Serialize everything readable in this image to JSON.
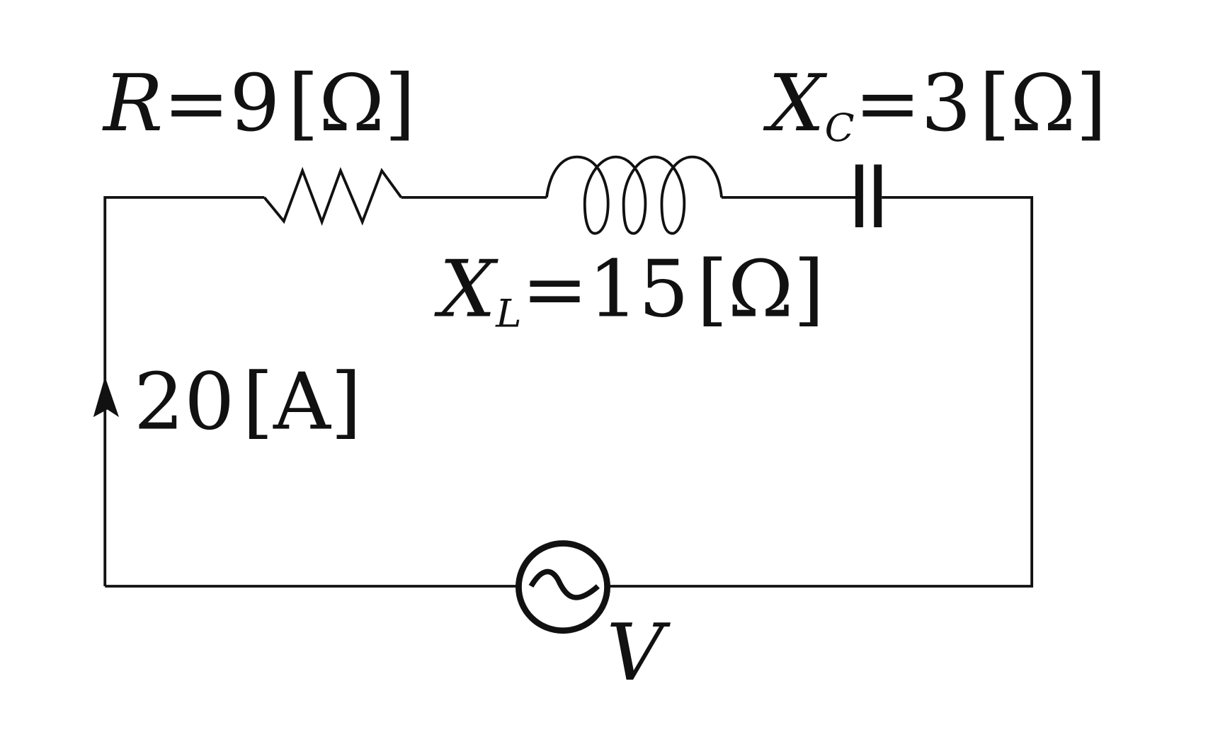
{
  "title": "RLC series circuit",
  "colors": {
    "line": "#111111",
    "background": "#ffffff"
  },
  "resistor": {
    "symbol": "R",
    "equals": "=",
    "value": "9",
    "unit": "[Ω]"
  },
  "inductor": {
    "symbol": "X",
    "subscript": "L",
    "equals": "=",
    "value": "15",
    "unit": "[Ω]"
  },
  "capacitor": {
    "symbol": "X",
    "subscript": "C",
    "equals": "=",
    "value": "3",
    "unit": "[Ω]"
  },
  "current": {
    "value": "20",
    "unit": "[A]"
  },
  "source": {
    "symbol": "V",
    "icon": "ac-source-icon"
  }
}
